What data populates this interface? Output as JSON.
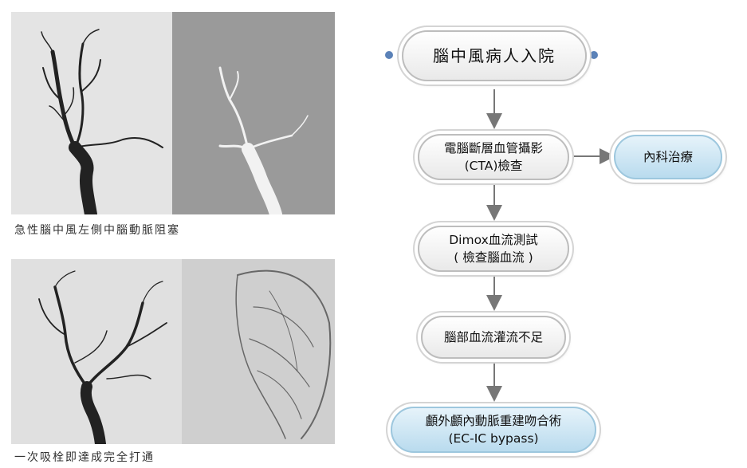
{
  "captions": {
    "top": "急性腦中風左側中腦動脈阻塞",
    "bottom": "一次吸栓即達成完全打通"
  },
  "flow": {
    "start": "腦中風病人入院",
    "cta": [
      "電腦斷層血管攝影",
      "(CTA)檢查"
    ],
    "internal_med": "內科治療",
    "dimox": [
      "Dimox血流測試",
      "( 檢查腦血流 )"
    ],
    "insufficient": "腦部血流灌流不足",
    "bypass": [
      "顱外顱內動脈重建吻合術",
      "(EC-IC bypass)"
    ]
  },
  "colors": {
    "accent_dot": "#5b82b8",
    "blue_node": "#b9dbee",
    "arrow": "#777777"
  }
}
